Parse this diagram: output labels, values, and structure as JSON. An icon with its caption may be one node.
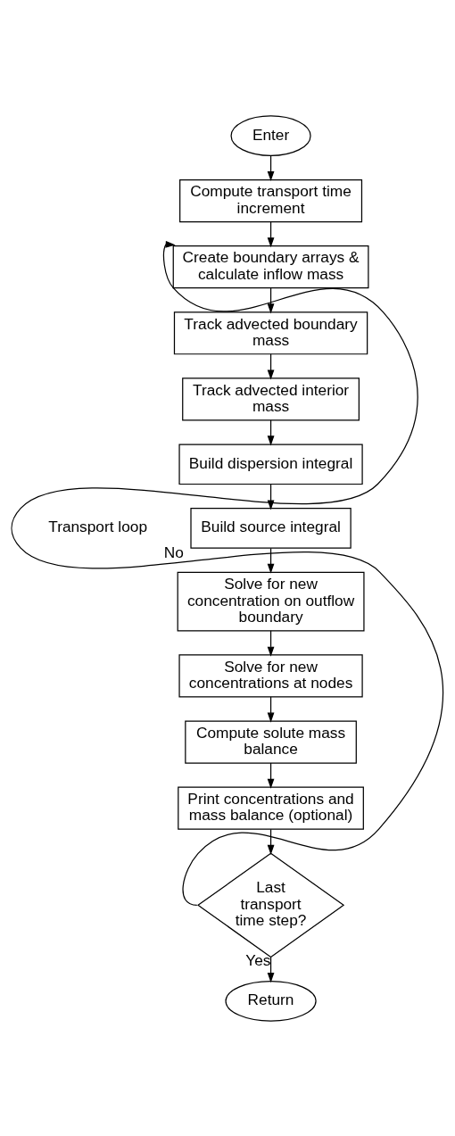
{
  "diagram": {
    "nodes": [
      {
        "text": [
          "Enter"
        ]
      },
      {
        "text": [
          "Compute transport time increment"
        ]
      },
      {
        "text": [
          "Create boundary arrays & calculate inflow mass"
        ]
      },
      {
        "text": [
          "Track advected boundary mass"
        ]
      },
      {
        "text": [
          "Track advected interior mass"
        ]
      },
      {
        "text": [
          "Build dispersion integral"
        ]
      },
      {
        "text": [
          "Build source integral"
        ]
      },
      {
        "text": [
          "Solve for new concentration on outflow boundary"
        ]
      },
      {
        "text": [
          "Solve for new concentrations at nodes"
        ]
      },
      {
        "text": [
          "Compute solute mass balance"
        ]
      },
      {
        "text": [
          "Print concentrations and mass balance (optional)"
        ]
      },
      {
        "text": [
          "Last transport time step?"
        ]
      },
      {
        "text": [
          "Return"
        ]
      }
    ],
    "edges": [
      {
        "from": 0,
        "to": 1,
        "arrow": "to"
      },
      {
        "from": 1,
        "to": 2,
        "arrow": "to"
      },
      {
        "from": 2,
        "to": 3,
        "arrow": "to"
      },
      {
        "from": 3,
        "to": 4,
        "arrow": "to"
      },
      {
        "from": 4,
        "to": 5,
        "arrow": "to"
      },
      {
        "from": 5,
        "to": 6,
        "arrow": "to"
      },
      {
        "from": 6,
        "to": 7,
        "arrow": "to"
      },
      {
        "from": 7,
        "to": 8,
        "arrow": "to"
      },
      {
        "from": 8,
        "to": 9,
        "arrow": "to"
      },
      {
        "from": 9,
        "to": 10,
        "arrow": "to"
      },
      {
        "from": 10,
        "to": 11,
        "arrow": "to"
      },
      {
        "from": 11,
        "to": 2,
        "arrow": "to",
        "label": "No"
      },
      {
        "from": 11,
        "to": 12,
        "arrow": "to",
        "label": "Yes"
      }
    ],
    "labels": [
      "Transport loop"
    ]
  }
}
